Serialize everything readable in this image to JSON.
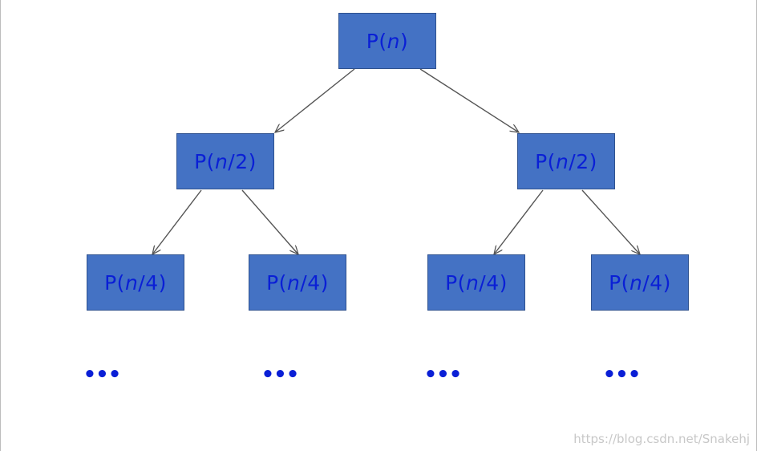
{
  "diagram": {
    "root": {
      "prefix": "P(",
      "var": "n",
      "suffix": ")"
    },
    "level1": [
      {
        "prefix": "P(",
        "var": "n",
        "suffix": "/2)"
      },
      {
        "prefix": "P(",
        "var": "n",
        "suffix": "/2)"
      }
    ],
    "level2": [
      {
        "prefix": "P(",
        "var": "n",
        "suffix": "/4)"
      },
      {
        "prefix": "P(",
        "var": "n",
        "suffix": "/4)"
      },
      {
        "prefix": "P(",
        "var": "n",
        "suffix": "/4)"
      },
      {
        "prefix": "P(",
        "var": "n",
        "suffix": "/4)"
      }
    ],
    "ellipsis": [
      "•••",
      "•••",
      "•••",
      "•••"
    ]
  },
  "colors": {
    "node_fill": "#4472c4",
    "node_text": "#0a1fd6",
    "edge": "#555555"
  },
  "watermark": "https://blog.csdn.net/Snakehj"
}
